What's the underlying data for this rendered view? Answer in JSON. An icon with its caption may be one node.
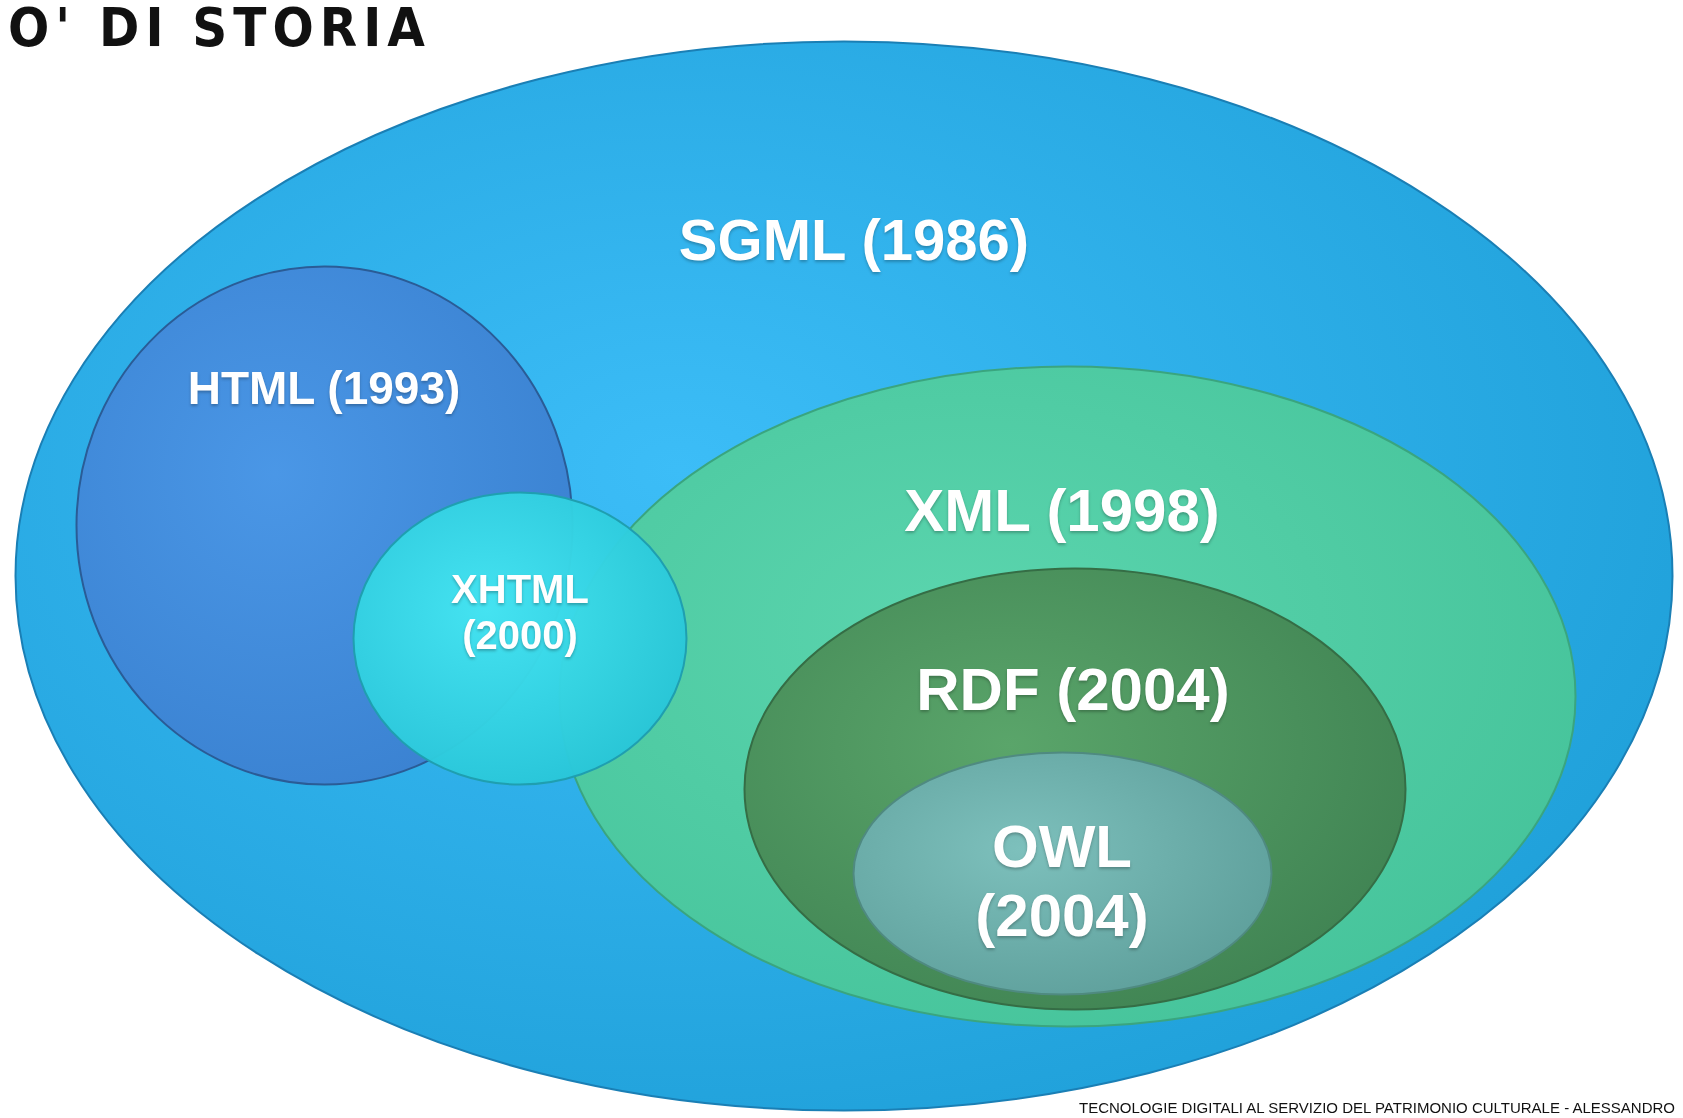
{
  "diagram": {
    "title": "O' DI STORIA",
    "nodes": [
      {
        "text": [
          "SGML (1986)"
        ]
      },
      {
        "text": [
          "HTML (1993)"
        ],
        "in": 0
      },
      {
        "text": [
          "XHTML (2000)"
        ],
        "in": 0
      },
      {
        "text": [
          "XML (1998)"
        ],
        "in": 0
      },
      {
        "text": [
          "RDF (2004)"
        ],
        "in": 3
      },
      {
        "text": [
          "OWL (2004)"
        ],
        "in": 4
      }
    ],
    "labels": [
      "TECNOLOGIE DIGITALI AL SERVIZIO DEL PATRIMONIO CULTURALE - ALESSANDRO"
    ]
  }
}
